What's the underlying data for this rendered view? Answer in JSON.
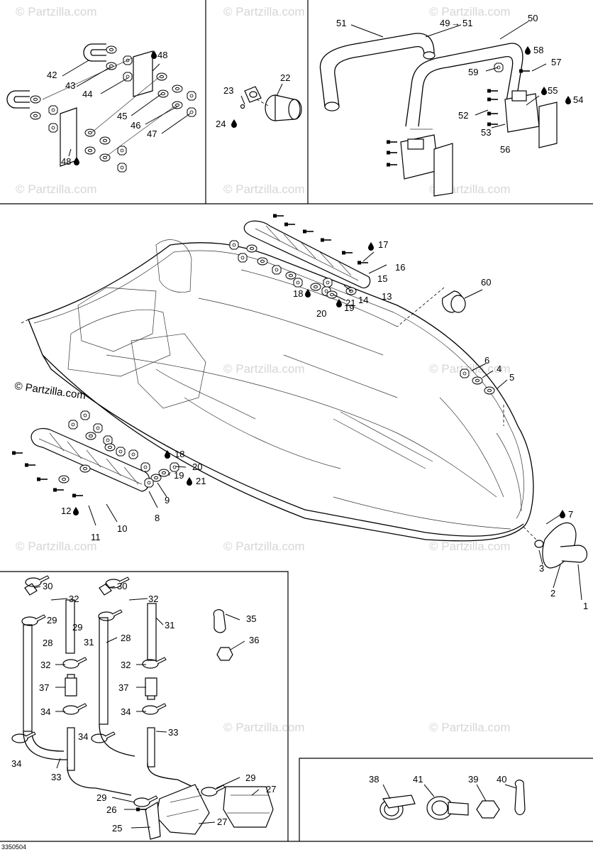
{
  "diagram": {
    "copyright": "© Partzilla.com",
    "watermark": "© Partzilla.com",
    "drawing_code": "3350504"
  },
  "callouts": {
    "c1": "1",
    "c2": "2",
    "c3": "3",
    "c4": "4",
    "c5": "5",
    "c6": "6",
    "c7": "7",
    "c8": "8",
    "c9": "9",
    "c10": "10",
    "c11": "11",
    "c12": "12",
    "c13": "13",
    "c14": "14",
    "c15": "15",
    "c16": "16",
    "c17": "17",
    "c18": "18",
    "c19": "19",
    "c20": "20",
    "c21": "21",
    "c22": "22",
    "c23": "23",
    "c24": "24",
    "c25": "25",
    "c26": "26",
    "c27": "27",
    "c28": "28",
    "c29": "29",
    "c30": "30",
    "c31": "31",
    "c32": "32",
    "c33": "33",
    "c34": "34",
    "c35": "35",
    "c36": "36",
    "c37": "37",
    "c38": "38",
    "c39": "39",
    "c40": "40",
    "c41": "41",
    "c42": "42",
    "c43": "43",
    "c44": "44",
    "c45": "45",
    "c46": "46",
    "c47": "47",
    "c48": "48",
    "c49": "49",
    "c50": "50",
    "c51": "51",
    "c52": "52",
    "c53": "53",
    "c54": "54",
    "c55": "55",
    "c56": "56",
    "c57": "57",
    "c58": "58",
    "c59": "59",
    "c60": "60"
  },
  "icons": {
    "drop": "oil-drop-icon",
    "arrow": "→"
  }
}
